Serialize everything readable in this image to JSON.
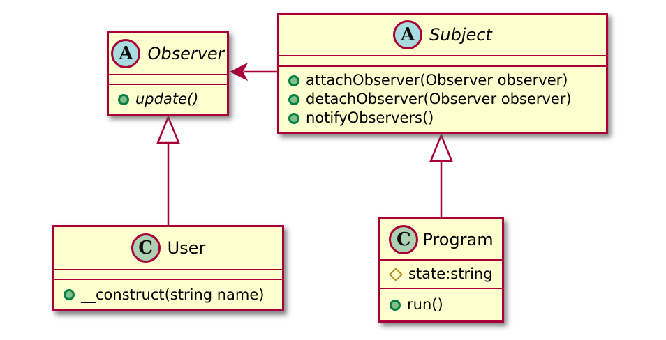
{
  "diagram": {
    "kind": "uml-class-diagram",
    "pattern": "Observer",
    "classes": {
      "observer": {
        "stereotype_letter": "A",
        "kind": "abstract",
        "name": "Observer",
        "fields": [],
        "methods": [
          {
            "visibility": "public",
            "label": "update()",
            "abstract": true
          }
        ]
      },
      "subject": {
        "stereotype_letter": "A",
        "kind": "abstract",
        "name": "Subject",
        "fields": [],
        "methods": [
          {
            "visibility": "public",
            "label": "attachObserver(Observer observer)",
            "abstract": false
          },
          {
            "visibility": "public",
            "label": "detachObserver(Observer observer)",
            "abstract": false
          },
          {
            "visibility": "public",
            "label": "notifyObservers()",
            "abstract": false
          }
        ]
      },
      "user": {
        "stereotype_letter": "C",
        "kind": "class",
        "name": "User",
        "fields": [],
        "methods": [
          {
            "visibility": "public",
            "label": "__construct(string name)",
            "abstract": false
          }
        ]
      },
      "program": {
        "stereotype_letter": "C",
        "kind": "class",
        "name": "Program",
        "fields": [
          {
            "visibility": "package",
            "label": "state:string"
          }
        ],
        "methods": [
          {
            "visibility": "public",
            "label": "run()",
            "abstract": false
          }
        ]
      }
    },
    "relations": [
      {
        "from": "Subject",
        "to": "Observer",
        "type": "association-arrow"
      },
      {
        "from": "User",
        "to": "Observer",
        "type": "generalization"
      },
      {
        "from": "Program",
        "to": "Subject",
        "type": "generalization"
      }
    ],
    "colors": {
      "box_fill": "#FEFECE",
      "box_border": "#A80036",
      "abstract_badge_fill": "#A9DCDF",
      "class_badge_fill": "#ADD1B2",
      "public_dot_fill": "#84BE84",
      "public_dot_border": "#038048",
      "package_diamond_border": "#B38D22",
      "text": "#000000",
      "background": "#FFFFFF"
    }
  }
}
